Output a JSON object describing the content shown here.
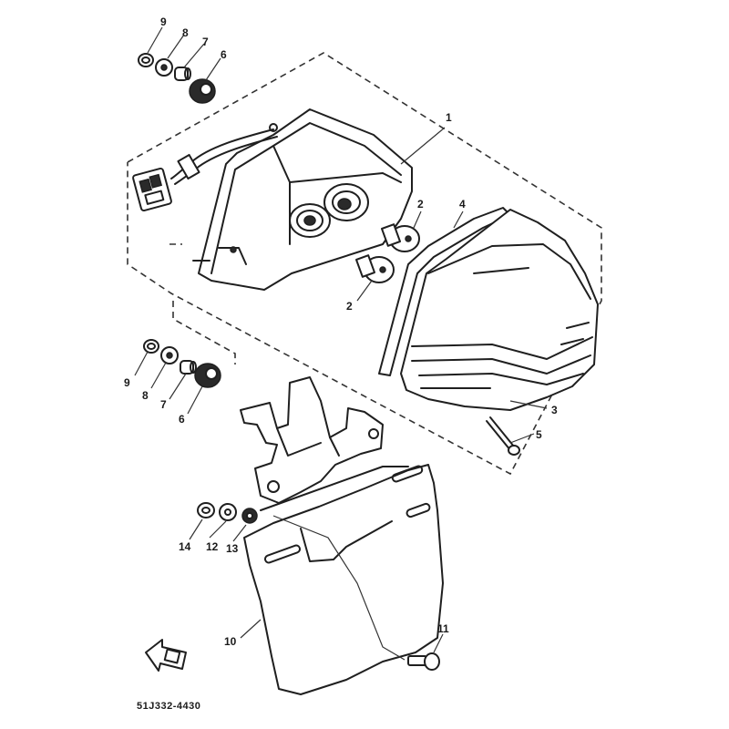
{
  "diagram": {
    "part_code": "51J332-4430",
    "callouts": {
      "c1": "1",
      "c2_upper": "2",
      "c2_lower": "2",
      "c3": "3",
      "c4": "4",
      "c5": "5",
      "c6_top": "6",
      "c6_mid": "6",
      "c7_top": "7",
      "c7_mid": "7",
      "c8_top": "8",
      "c8_mid": "8",
      "c9_top": "9",
      "c9_mid": "9",
      "c10": "10",
      "c11": "11",
      "c12": "12",
      "c13": "13",
      "c14": "14"
    }
  }
}
